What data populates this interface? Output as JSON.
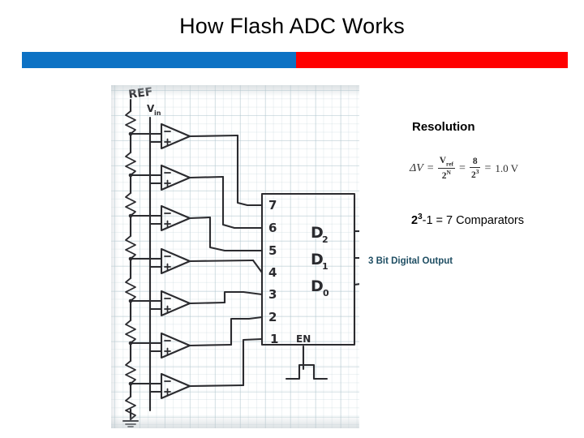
{
  "slide": {
    "title": "How Flash ADC Works",
    "accent": {
      "blue_color": "#0d72c4",
      "red_color": "#ff0000"
    }
  },
  "annotations": {
    "resolution_heading": "Resolution",
    "resolution_formula": {
      "plain_text": "ΔV = Vref / 2^N = 8 / 2^3 = 1.0 V",
      "delta_v": "ΔV",
      "eq1": "=",
      "frac1_numerator": "V",
      "frac1_numerator_sub": "ref",
      "frac1_denominator": "2",
      "frac1_denominator_sup": "N",
      "eq2": "=",
      "frac2_numerator": "8",
      "frac2_denominator": "2",
      "frac2_denominator_sup": "3",
      "eq3": "=",
      "result": "1.0 V"
    },
    "comparators_note": {
      "base": "2",
      "exponent": "3",
      "rest": "-1 = 7 Comparators"
    },
    "digital_output_note": "3 Bit Digital Output"
  },
  "circuit": {
    "caption": "Hand-drawn flash ADC schematic on graph paper",
    "labels": {
      "ref": "REF",
      "vin": "V",
      "vin_sub": "in",
      "enable": "EN"
    },
    "encoder_inputs": [
      "7",
      "6",
      "5",
      "4",
      "3",
      "2",
      "1"
    ],
    "encoder_outputs": [
      {
        "name": "D",
        "sub": "2"
      },
      {
        "name": "D",
        "sub": "1"
      },
      {
        "name": "D",
        "sub": "0"
      }
    ],
    "comparator_count": 7,
    "resistor_count": 8
  }
}
